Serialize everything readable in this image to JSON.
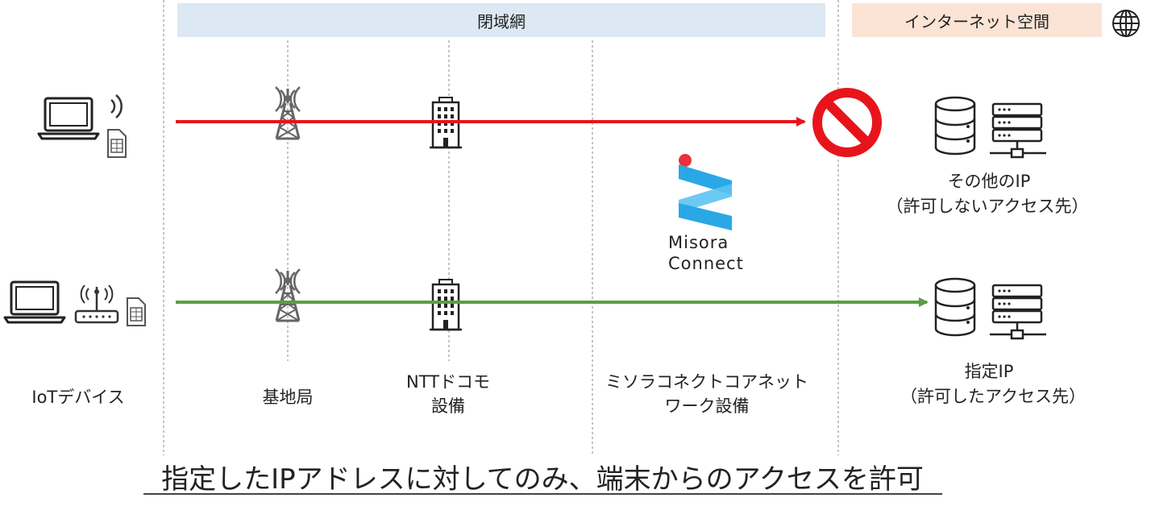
{
  "zones": {
    "closed_network": "閉域網",
    "internet": "インターネット空間"
  },
  "brand": {
    "line1": "Misora",
    "line2": "Connect"
  },
  "destinations": {
    "other": {
      "line1": "その他のIP",
      "line2": "（許可しないアクセス先）"
    },
    "designated": {
      "line1": "指定IP",
      "line2": "（許可したアクセス先）"
    }
  },
  "columns": {
    "iot": "IoTデバイス",
    "base_station": "基地局",
    "ntt_line1": "NTTドコモ",
    "ntt_line2": "設備",
    "core_line1": "ミソラコネクトコアネット",
    "core_line2": "ワーク設備"
  },
  "caption": "指定したIPアドレスに対してのみ、端末からのアクセスを許可",
  "colors": {
    "blocked_path": "#e8141c",
    "allowed_path": "#5c9e44",
    "closed_band": "#dce8f3",
    "internet_band": "#fbe3d6",
    "prohibit": "#e8141c",
    "brand_blue": "#2aa7e6",
    "brand_dot": "#e8323c",
    "icon_gray": "#666666"
  },
  "icons": [
    "globe-icon",
    "laptop-icon",
    "wireless-signal-icon",
    "sim-card-icon",
    "router-icon",
    "antenna-tower-icon",
    "office-building-icon",
    "prohibited-icon",
    "database-icon",
    "server-network-icon"
  ]
}
